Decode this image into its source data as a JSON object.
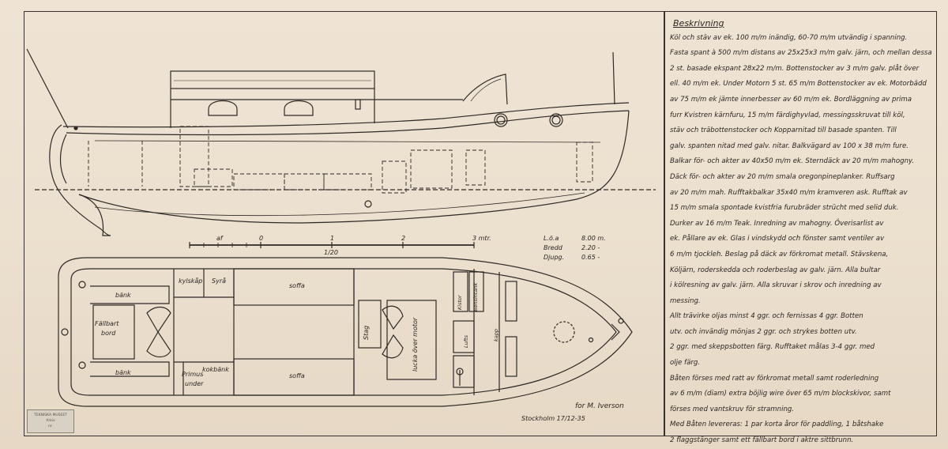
{
  "description": {
    "title": "Beskrivning",
    "lines": [
      "Köl och stäv av ek. 100 m/m inändig, 60-70 m/m utvändig i spanning.",
      "Fasta spant à 500 m/m distans av 25x25x3 m/m galv. järn, och mellan dessa",
      "2 st. basade ekspant 28x22 m/m. Bottenstocker av 3 m/m galv. plåt över",
      "ell. 40 m/m ek. Under Motorn 5 st. 65 m/m Bottenstocker av ek. Motorbädd",
      "av 75 m/m ek jämte innerbesser av 60 m/m ek. Bordläggning av prima",
      "furr Kvistren kärnfuru, 15 m/m färdighyvlad, messingsskruvat till köl,",
      "stäv och träbottenstocker och Kopparnitad till basade spanten. Till",
      "galv. spanten nitad med galv. nitar. Balkvägard av 100 x 38 m/m fure.",
      "Balkar för- och akter av 40x50 m/m ek. Sterndäck av 20 m/m mahogny.",
      "Däck för- och akter av 20 m/m smala oregonpineplanker. Ruffsarg",
      "av 20 m/m mah. Rufftakbalkar 35x40 m/m kramveren ask. Rufftak av",
      "15 m/m smala spontade kvistfria furubräder strücht med selid duk.",
      "Durker av 16 m/m Teak. Inredning av mahogny. Överisarlist av",
      "ek. Pållare av ek. Glas i vindskydd och fönster samt ventiler av",
      "6 m/m tjockleh. Beslag på däck av förkromat metall. Stävskena,",
      "Köljärn, roderskedda och roderbeslag av galv. järn. Alla bultar",
      "i kölresning av galv. järn. Alla skruvar i skrov och inredning av",
      "messing.",
      "Allt trävirke oljas minst 4 ggr. och fernissas 4 ggr. Botten",
      "utv. och invändig mönjas 2 ggr. och strykes botten utv.",
      "2 ggr. med skeppsbotten färg. Rufftaket målas 3-4 ggr. med",
      "olje färg.",
      "Båten förses med ratt av förkromat metall samt roderledning",
      "av 6 m/m (diam) extra böjlig wire över 65 m/m blockskivor, samt",
      "förses med vantskruv för stramning.",
      "Med Båten levereras: 1 par korta åror för paddling, 1 båtshake",
      "2 flaggstänger samt ett fällbart bord i aktre sittbrunn."
    ]
  },
  "scale": {
    "ticks": [
      "af",
      "0",
      "1",
      "2",
      "3 mtr."
    ],
    "ratio": "1/20"
  },
  "dimensions": {
    "labels": [
      "L.ö.a",
      "Bredd",
      "Djupg."
    ],
    "values": [
      "8.00 m.",
      "2.20 -",
      "0.65 -"
    ]
  },
  "plan_labels": {
    "bank_top": "bänk",
    "bank_bottom": "bänk",
    "fallbart_1": "Fällbart",
    "fallbart_2": "bord",
    "kylskap": "kylskåp",
    "syra": "Syrå",
    "soffa_top": "soffa",
    "soffa_bottom": "soffa",
    "kokbank": "kokbänk",
    "primus_1": "Primus",
    "primus_2": "under",
    "wc": "Stag",
    "lucka": "lucka över motor",
    "bensin": "Bensintank",
    "kistor": "Kistor",
    "lufts": "Lufts",
    "kapp": "kapp"
  },
  "signature": "for M. Iverson",
  "place_date": "Stockholm 17/12-35",
  "stamp_lines": [
    "TEKNISKA MUSEET",
    "Arkiv",
    "nr."
  ]
}
